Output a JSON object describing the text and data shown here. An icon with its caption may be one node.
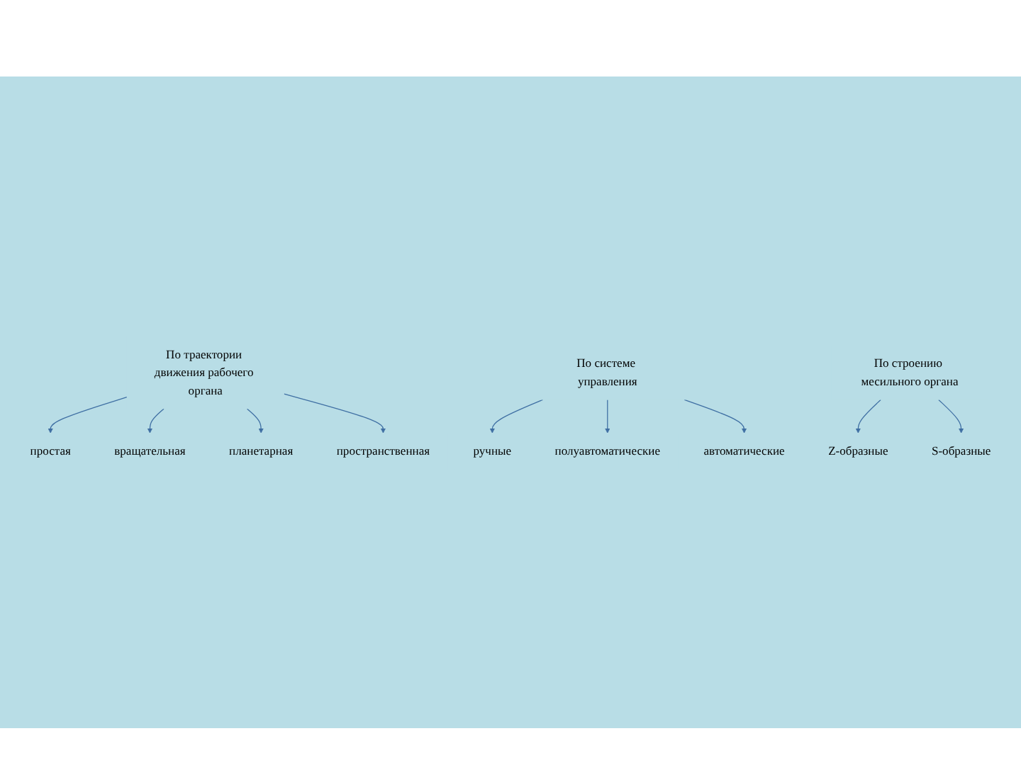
{
  "diagram": {
    "nodes": [
      {
        "text": [
          "По траектории движения рабочего органа"
        ]
      },
      {
        "text": [
          "простая"
        ]
      },
      {
        "text": [
          "вращательная"
        ]
      },
      {
        "text": [
          "планетарная"
        ]
      },
      {
        "text": [
          "пространственная"
        ]
      },
      {
        "text": [
          "По системе управления"
        ]
      },
      {
        "text": [
          "ручные"
        ]
      },
      {
        "text": [
          "полуавтоматические"
        ]
      },
      {
        "text": [
          "автоматические"
        ]
      },
      {
        "text": [
          "По строению месильного органа"
        ]
      },
      {
        "text": [
          "Z-образные"
        ]
      },
      {
        "text": [
          "S-образные"
        ]
      }
    ],
    "edges": [
      {
        "from": 0,
        "to": 1,
        "arrow": "to"
      },
      {
        "from": 0,
        "to": 2,
        "arrow": "to"
      },
      {
        "from": 0,
        "to": 3,
        "arrow": "to"
      },
      {
        "from": 0,
        "to": 4,
        "arrow": "to"
      },
      {
        "from": 5,
        "to": 6,
        "arrow": "to"
      },
      {
        "from": 5,
        "to": 7,
        "arrow": "to"
      },
      {
        "from": 5,
        "to": 8,
        "arrow": "to"
      },
      {
        "from": 9,
        "to": 10,
        "arrow": "to"
      },
      {
        "from": 9,
        "to": 11,
        "arrow": "to"
      }
    ]
  }
}
